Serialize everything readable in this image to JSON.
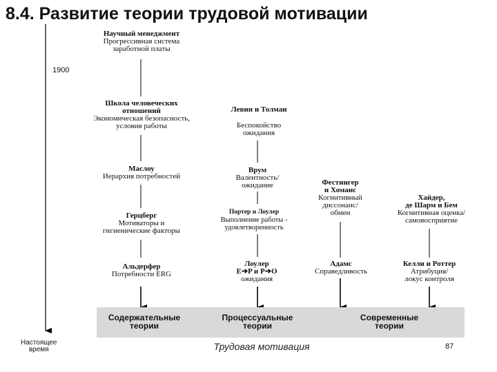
{
  "title": "8.4. Развитие теории трудовой мотивации",
  "timeline": {
    "start_label": "1900",
    "end_label_line1": "Настоящее",
    "end_label_line2": "время"
  },
  "nodes": {
    "sci_mgmt": {
      "name": "Научный менеджмент",
      "desc1": "Прогрессивная система",
      "desc2": "заработной платы"
    },
    "human_rel": {
      "name1": "Школа человеческих",
      "name2": "отношений",
      "desc1": "Экономическая безопасность,",
      "desc2": "условия работы"
    },
    "maslow": {
      "name": "Маслоу",
      "desc1": "Иерархия потребностей"
    },
    "herzberg": {
      "name": "Герцберг",
      "desc1": "Мотиваторы и",
      "desc2": "гигиенические факторы"
    },
    "alderfer": {
      "name": "Альдерфер",
      "desc1": "Потребности ERG"
    },
    "lewin": {
      "name": "Левин и Толман",
      "desc1": "Беспокойство",
      "desc2": "ожидания"
    },
    "vroom": {
      "name": "Врум",
      "desc1": "Валентность/",
      "desc2": "ожидание"
    },
    "porter": {
      "name": "Портер и Лоулер",
      "desc1": "Выполнение работы -",
      "desc2": "удовлетворенность"
    },
    "lawler": {
      "name": "Лоулер",
      "desc1": "E➔P и P➔O",
      "desc2": "ожидания"
    },
    "festinger": {
      "name1": "Фестингер",
      "name2": "и Хоманс",
      "desc1": "Когнитивный",
      "desc2": "диссонанс/",
      "desc3": "обмен"
    },
    "adams": {
      "name": "Адамс",
      "desc1": "Справедливость"
    },
    "heider": {
      "name1": "Хайдер,",
      "name2": "де Шарм и Бем",
      "desc1": "Когнитивная оценка/",
      "desc2": "самовосприятие"
    },
    "kelley": {
      "name": "Келли и Роттер",
      "desc1": "Атрибуция/",
      "desc2": "локус контроля"
    }
  },
  "categories": {
    "content": {
      "line1": "Содержательные",
      "line2": "теории"
    },
    "process": {
      "line1": "Процессуальные",
      "line2": "теории"
    },
    "modern": {
      "line1": "Современные",
      "line2": "теории"
    }
  },
  "footer": "Трудовая мотивация",
  "page_number": "87"
}
